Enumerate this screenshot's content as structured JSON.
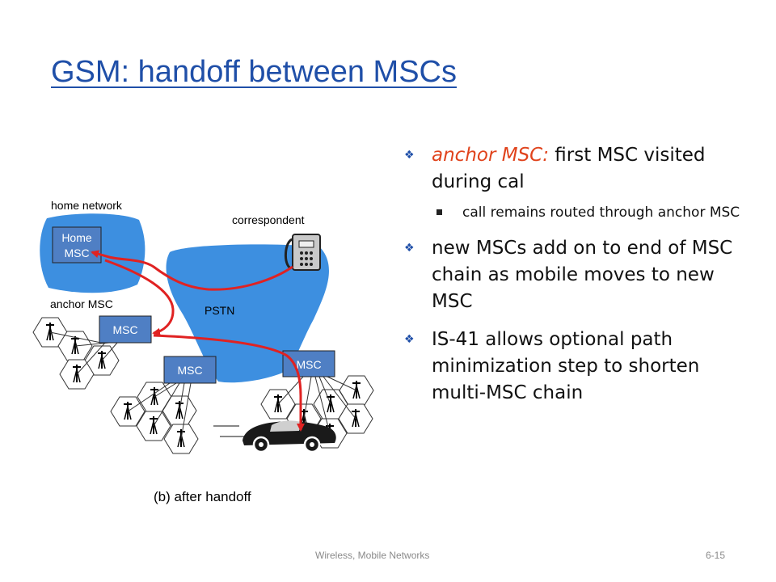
{
  "slide": {
    "title": "GSM: handoff between MSCs",
    "footer_center": "Wireless, Mobile Networks",
    "footer_right": "6-15"
  },
  "diagram": {
    "home_network_label": "home network",
    "correspondent_label": "correspondent",
    "home_msc_line1": "Home",
    "home_msc_line2": "MSC",
    "anchor_msc_label": "anchor MSC",
    "anchor_msc_box": "MSC",
    "pstn_label": "PSTN",
    "msc_lower_left": "MSC",
    "msc_right": "MSC",
    "caption": "(b) after handoff"
  },
  "bullets": [
    {
      "highlight": "anchor MSC:",
      "rest": " first MSC visited during cal"
    },
    {
      "sub": "call remains routed through anchor MSC"
    },
    {
      "text": "new MSCs add on to end of MSC chain as mobile moves to new MSC"
    },
    {
      "text": "IS-41 allows optional path minimization step to shorten multi-MSC chain"
    }
  ],
  "colors": {
    "title": "#1f4fa8",
    "network_cloud": "#3d8fe0",
    "msc_box": "#4f7fc4",
    "path_arrow": "#e02222",
    "highlight_text": "#e0431c"
  },
  "icons": [
    "telephone-icon",
    "cell-tower-icon",
    "car-icon",
    "diamond-bullet-icon"
  ]
}
